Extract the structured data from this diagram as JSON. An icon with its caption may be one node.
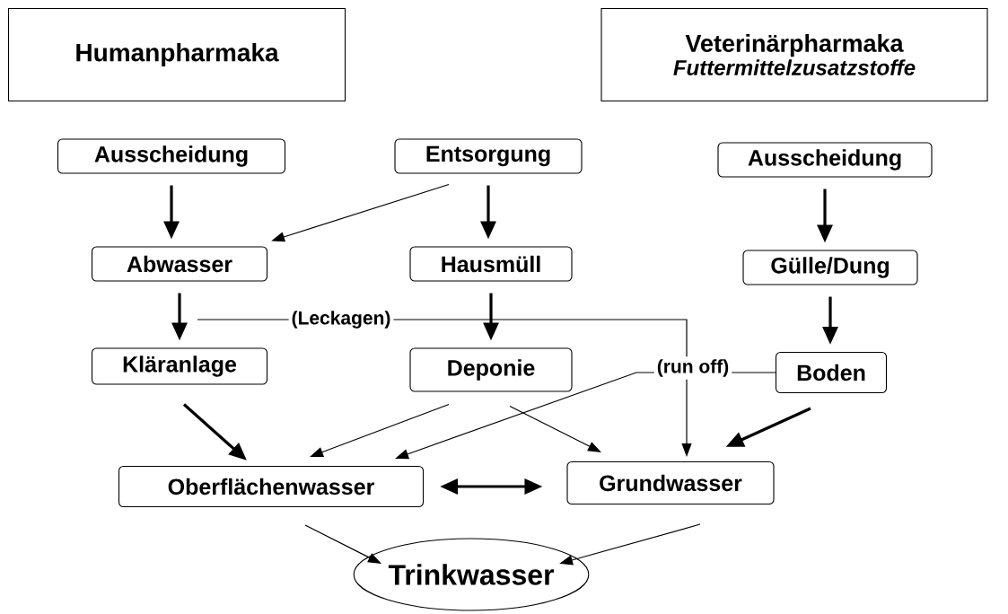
{
  "diagram": {
    "nodes": [
      {
        "text": [
          "Humanpharmaka"
        ]
      },
      {
        "text": [
          "Veterinärpharmaka",
          "Futtermittelzusatzstoffe"
        ]
      },
      {
        "text": [
          "Ausscheidung"
        ]
      },
      {
        "text": [
          "Entsorgung"
        ]
      },
      {
        "text": [
          "Ausscheidung"
        ]
      },
      {
        "text": [
          "Abwasser"
        ]
      },
      {
        "text": [
          "Hausmüll"
        ]
      },
      {
        "text": [
          "Gülle/Dung"
        ]
      },
      {
        "text": [
          "Kläranlage"
        ]
      },
      {
        "text": [
          "Deponie"
        ]
      },
      {
        "text": [
          "Boden"
        ]
      },
      {
        "text": [
          "Oberflächenwasser"
        ]
      },
      {
        "text": [
          "Grundwasser"
        ]
      },
      {
        "text": [
          "Trinkwasser"
        ]
      }
    ],
    "edges": [
      {
        "from": 2,
        "to": 5,
        "arrow": "to"
      },
      {
        "from": 3,
        "to": 5,
        "arrow": "to"
      },
      {
        "from": 3,
        "to": 6,
        "arrow": "to"
      },
      {
        "from": 4,
        "to": 7,
        "arrow": "to"
      },
      {
        "from": 5,
        "to": 8,
        "arrow": "to"
      },
      {
        "from": 6,
        "to": 9,
        "arrow": "to"
      },
      {
        "from": 7,
        "to": 10,
        "arrow": "to"
      },
      {
        "from": 8,
        "to": 11,
        "arrow": "to"
      },
      {
        "from": 9,
        "to": 11,
        "arrow": "to"
      },
      {
        "from": 9,
        "to": 12,
        "arrow": "to"
      },
      {
        "from": 10,
        "to": 11,
        "arrow": "to",
        "label": "(run off)"
      },
      {
        "from": 10,
        "to": 12,
        "arrow": "to"
      },
      {
        "from": null,
        "to": 12,
        "arrow": "to",
        "label": "(Leckagen)"
      },
      {
        "from": 11,
        "to": 12,
        "arrow": "both"
      },
      {
        "from": 11,
        "to": 13,
        "arrow": "to"
      },
      {
        "from": 12,
        "to": 13,
        "arrow": "to"
      }
    ]
  }
}
